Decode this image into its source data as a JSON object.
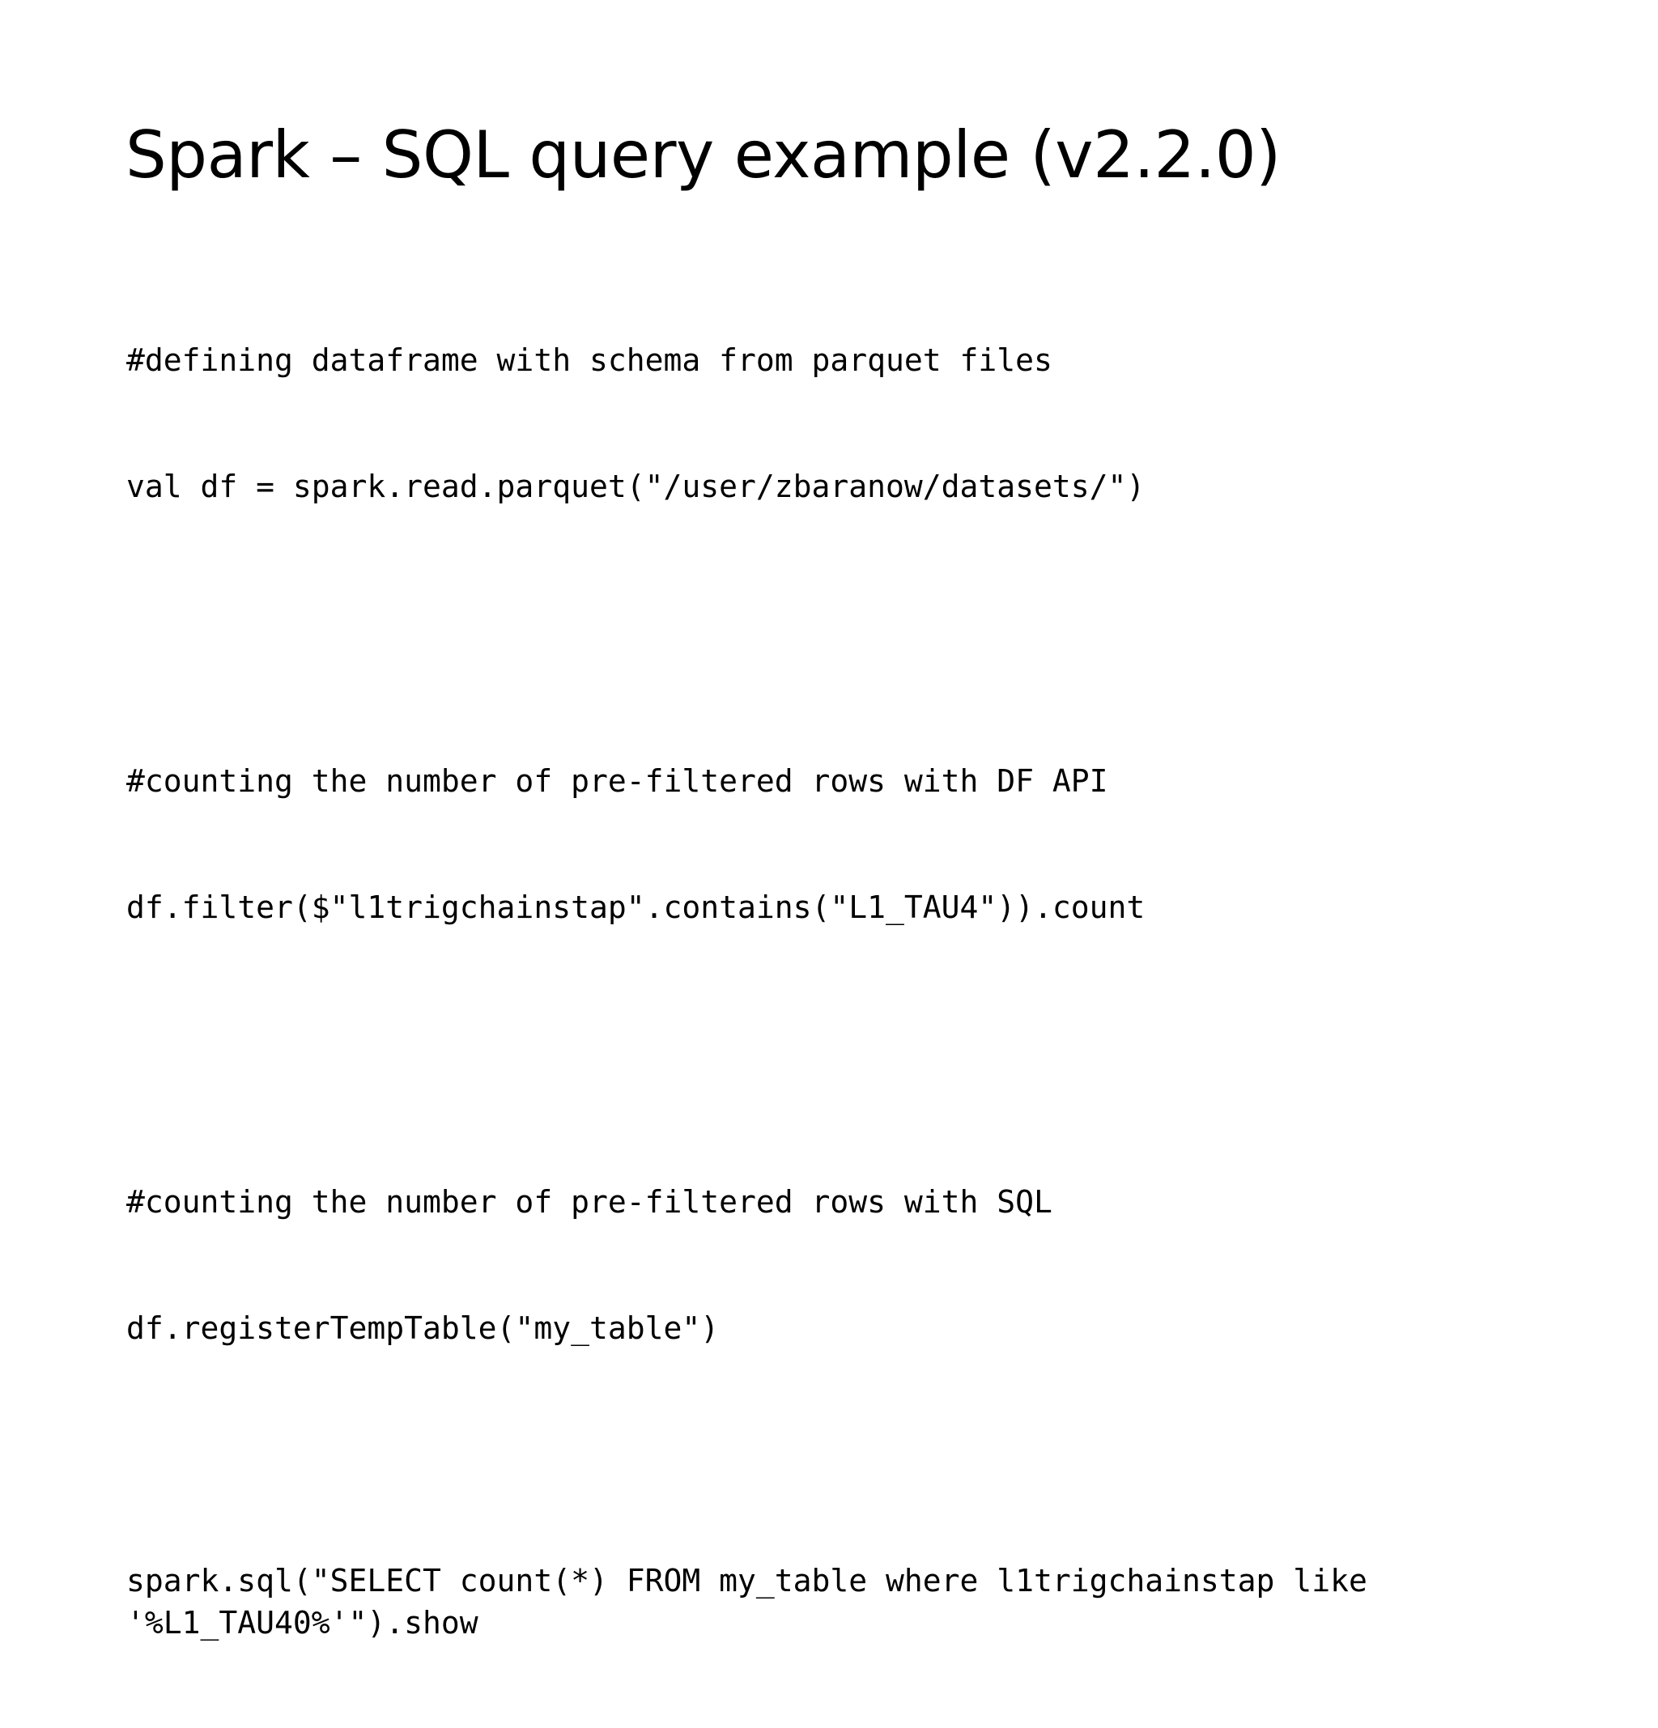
{
  "slide": {
    "title": "Spark – SQL query example (v2.2.0)",
    "background_color": "#ffffff",
    "text_color": "#000000",
    "blocks": [
      {
        "id": "define-dataframe",
        "lines": [
          "#defining dataframe with schema from parquet files",
          "val df = spark.read.parquet(\"/user/zbaranow/datasets/\")"
        ],
        "gap_after": "large"
      },
      {
        "id": "count-df-api",
        "lines": [
          "#counting the number of pre-filtered rows with DF API",
          "df.filter($\"l1trigchainstap\".contains(\"L1_TAU4\")).count"
        ],
        "gap_after": "large"
      },
      {
        "id": "count-sql-register",
        "lines": [
          "#counting the number of pre-filtered rows with SQL",
          "df.registerTempTable(\"my_table\")"
        ],
        "gap_after": "small"
      },
      {
        "id": "count-sql-query",
        "lines": [
          "spark.sql(\"SELECT count(*) FROM my_table where l1trigchainstap like '%L1_TAU40%'\").show"
        ],
        "gap_after": "none"
      }
    ]
  }
}
